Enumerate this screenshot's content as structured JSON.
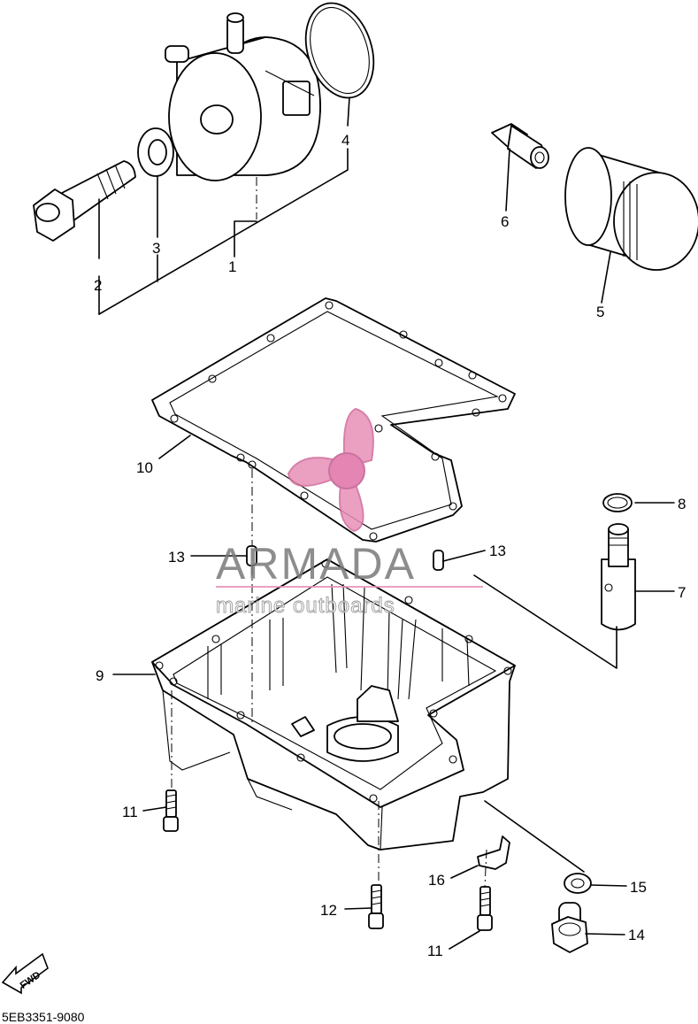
{
  "callouts": {
    "c1": "1",
    "c2": "2",
    "c3": "3",
    "c4": "4",
    "c5": "5",
    "c6": "6",
    "c7": "7",
    "c8": "8",
    "c9": "9",
    "c10": "10",
    "c11a": "11",
    "c11b": "11",
    "c12": "12",
    "c13a": "13",
    "c13b": "13",
    "c14": "14",
    "c15": "15",
    "c16": "16"
  },
  "watermark": {
    "brand": "ARMADA",
    "tagline": "marine outboards",
    "accent_color": "#e890b8",
    "text_color": "#7a7a7a"
  },
  "direction_label": "FWD",
  "diagram_code": "5EB3351-9080"
}
